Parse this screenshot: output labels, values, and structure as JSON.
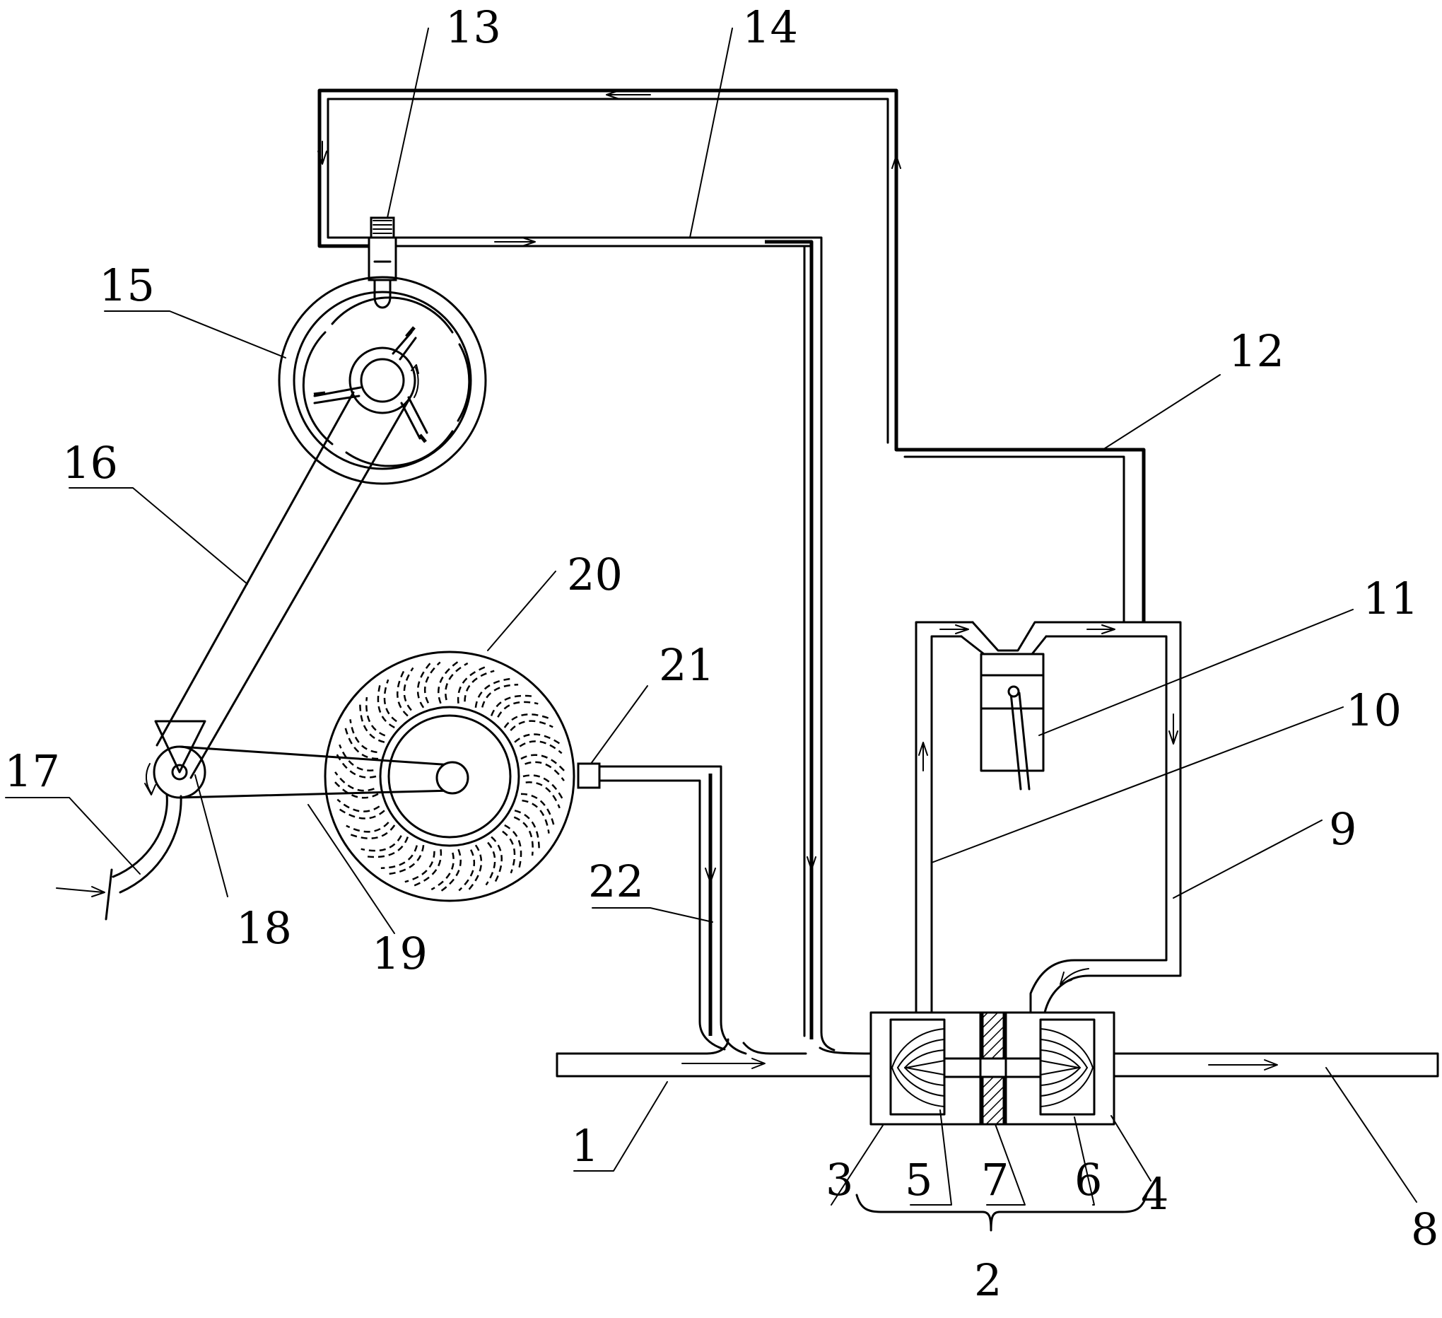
{
  "labels": {
    "l1": "1",
    "l2": "2",
    "l3": "3",
    "l4": "4",
    "l5": "5",
    "l6": "6",
    "l7": "7",
    "l8": "8",
    "l9": "9",
    "l10": "10",
    "l11": "11",
    "l12": "12",
    "l13": "13",
    "l14": "14",
    "l15": "15",
    "l16": "16",
    "l17": "17",
    "l18": "18",
    "l19": "19",
    "l20": "20",
    "l21": "21",
    "l22": "22"
  }
}
